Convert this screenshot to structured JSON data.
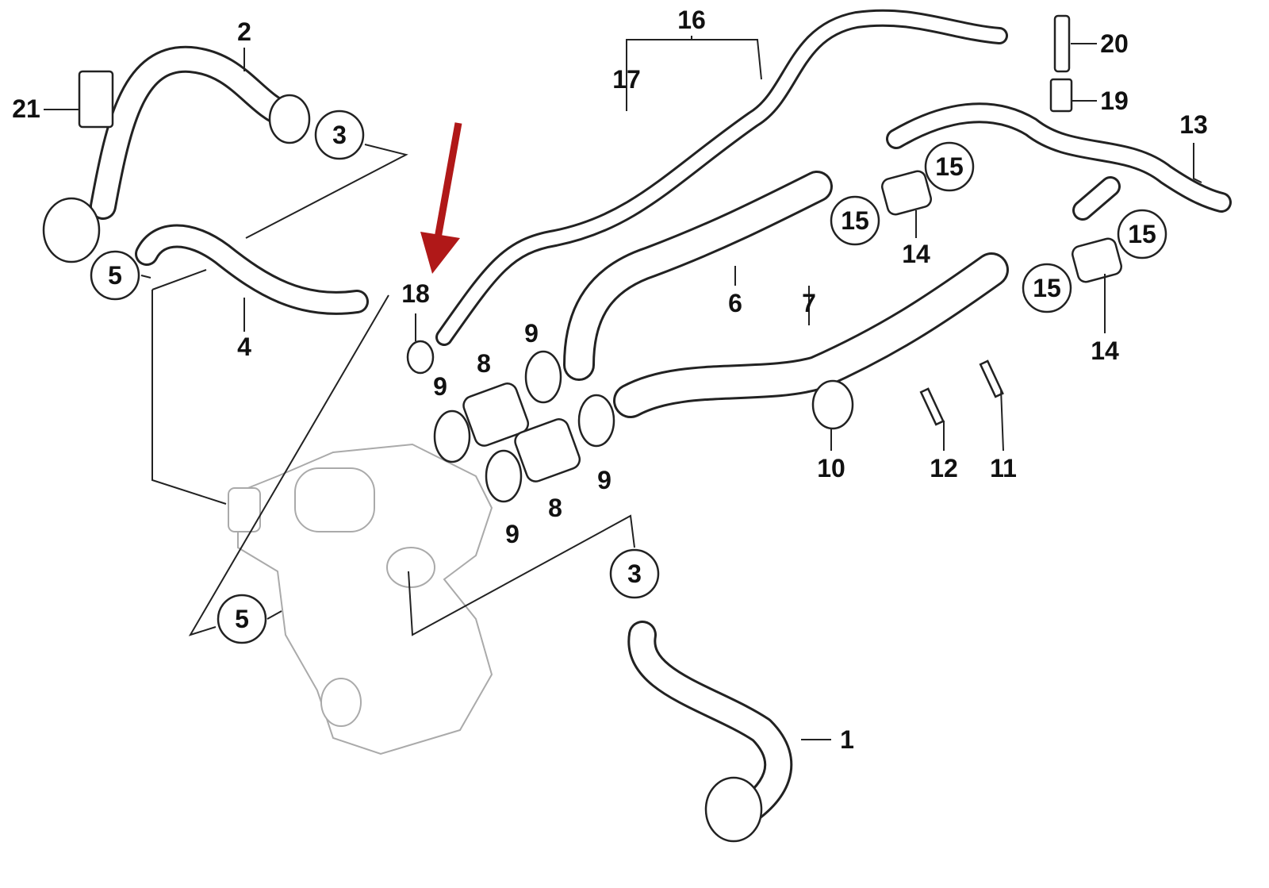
{
  "diagram": {
    "highlight_color": "#b01818",
    "callouts": [
      "2",
      "21",
      "3",
      "5",
      "4",
      "18",
      "16",
      "17",
      "20",
      "19",
      "13",
      "15",
      "15",
      "14",
      "15",
      "15",
      "14",
      "6",
      "7",
      "9",
      "8",
      "9",
      "9",
      "8",
      "9",
      "10",
      "12",
      "11",
      "3",
      "5",
      "1"
    ]
  }
}
